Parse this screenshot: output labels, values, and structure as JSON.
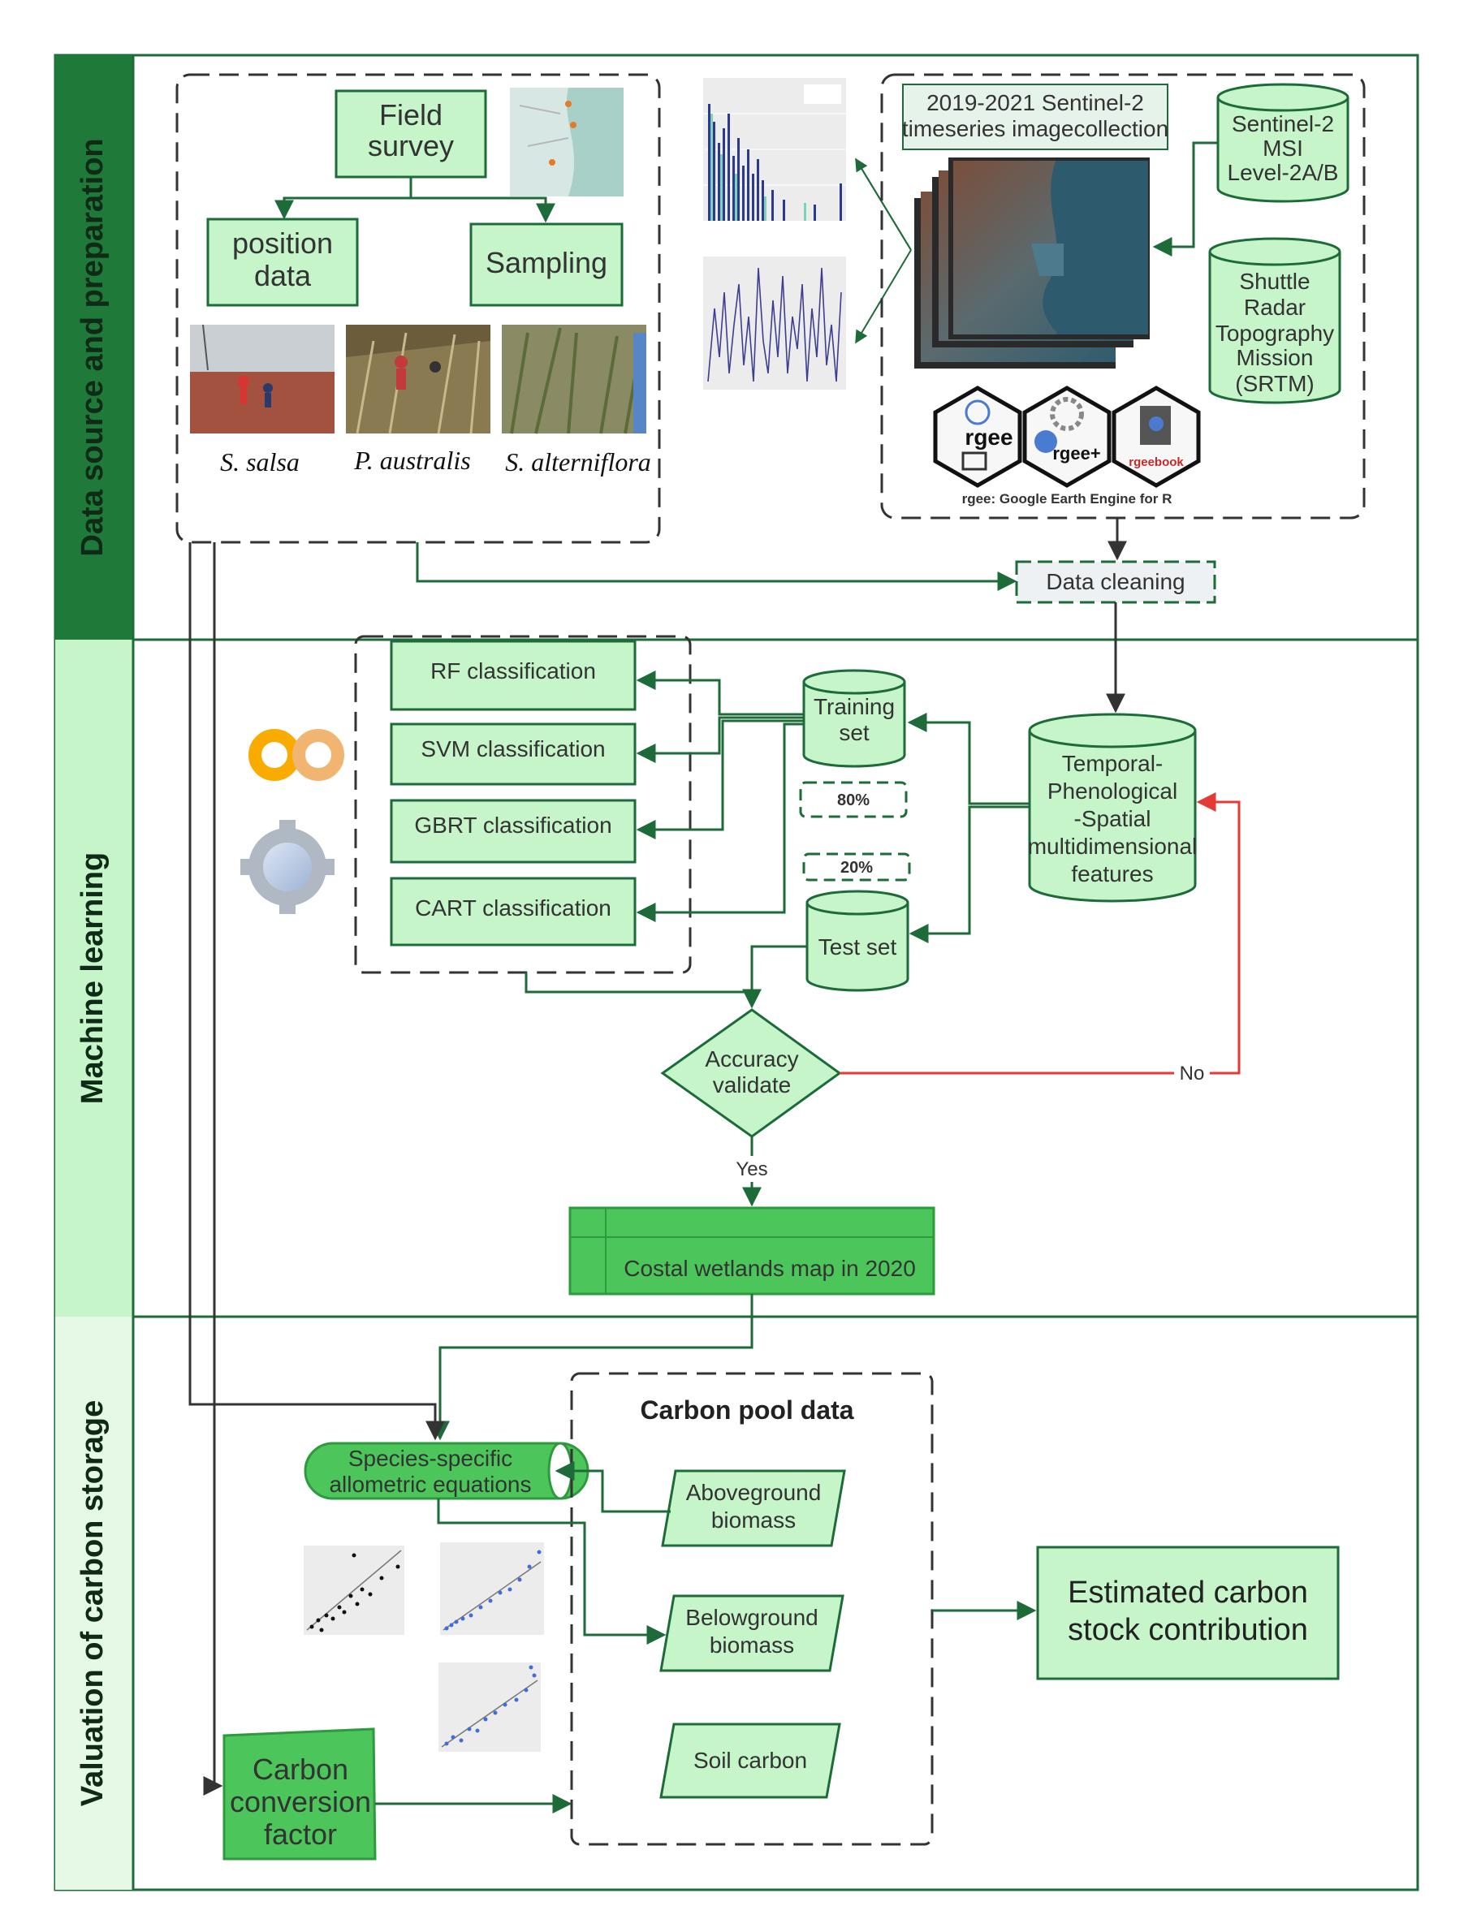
{
  "lanes": {
    "data_source": "Data source and preparation",
    "machine_learning": "Machine learning",
    "valuation": "Valuation of carbon storage"
  },
  "field": {
    "survey": [
      "Field",
      "survey"
    ],
    "position": [
      "position",
      "data"
    ],
    "sampling": "Sampling",
    "species": [
      "S. salsa",
      "P. australis",
      "S. alterniflora"
    ]
  },
  "sentinel": {
    "collection": [
      "2019-2021 Sentinel-2",
      "timeseries imagecollection"
    ],
    "msi": [
      "Sentinel-2",
      "MSI",
      "Level-2A/B"
    ],
    "srtm": [
      "Shuttle",
      "Radar",
      "Topography",
      "Mission",
      "(SRTM)"
    ],
    "rgee_badges": [
      "rgee",
      "rgee+",
      "rgeebook"
    ],
    "rgee_caption": "rgee: Google Earth Engine for R"
  },
  "cleaning": "Data cleaning",
  "ml": {
    "classifiers": [
      "RF classification",
      "SVM classification",
      "GBRT classification",
      "CART classification"
    ],
    "training": [
      "Training",
      "set"
    ],
    "test": "Test set",
    "split_train": "80%",
    "split_test": "20%",
    "features": [
      "Temporal-",
      "Phenological",
      "-Spatial",
      "multidimensional",
      "features"
    ],
    "accuracy": [
      "Accuracy",
      "validate"
    ],
    "no": "No",
    "yes": "Yes",
    "map": "Costal wetlands map in 2020"
  },
  "carbon": {
    "equations": [
      "Species-specific",
      "allometric equations"
    ],
    "pool_title": "Carbon pool data",
    "aboveground": [
      "Aboveground",
      "biomass"
    ],
    "belowground": [
      "Belowground",
      "biomass"
    ],
    "soil": "Soil carbon",
    "factor": [
      "Carbon",
      "conversion",
      "factor"
    ],
    "estimated": [
      "Estimated carbon",
      "stock contribution"
    ]
  },
  "colors": {
    "dark_green": "#1e6b3a",
    "mid_green": "#4cc55a",
    "light_green": "#c5f5c8",
    "line_green": "#1e6b3a",
    "red": "#e53935"
  }
}
